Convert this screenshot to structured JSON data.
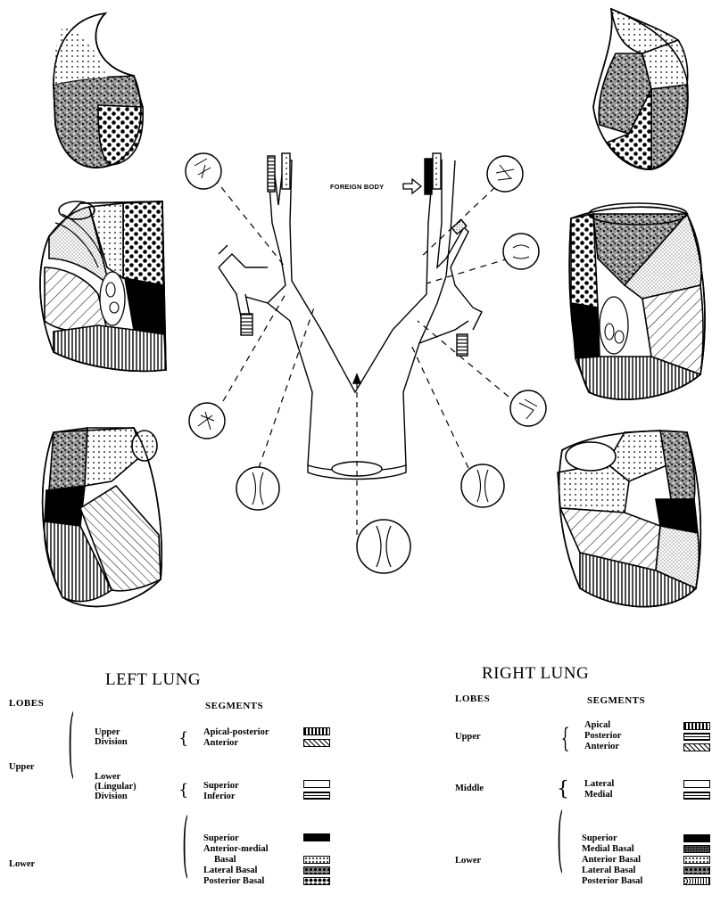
{
  "figure": {
    "foreign_body_label": "FOREIGN BODY",
    "colors": {
      "ink": "#000000",
      "paper": "#ffffff"
    }
  },
  "left_lung": {
    "title": "LEFT LUNG",
    "lobes_header": "LOBES",
    "segments_header": "SEGMENTS",
    "upper_lobe": "Upper",
    "upper_division": "Upper\nDivision",
    "lower_division": "Lower\n(Lingular)\nDivision",
    "lower_lobe": "Lower",
    "seg_apical_posterior": "Apical-posterior",
    "seg_anterior": "Anterior",
    "seg_superior": "Superior",
    "seg_inferior": "Inferior",
    "seg_lower_superior": "Superior",
    "seg_anterior_medial": "Anterior-medial",
    "seg_basal": "Basal",
    "seg_lateral_basal": "Lateral Basal",
    "seg_posterior_basal": "Posterior Basal"
  },
  "right_lung": {
    "title": "RIGHT LUNG",
    "lobes_header": "LOBES",
    "segments_header": "SEGMENTS",
    "upper_lobe": "Upper",
    "middle_lobe": "Middle",
    "lower_lobe": "Lower",
    "seg_apical": "Apical",
    "seg_posterior": "Posterior",
    "seg_anterior": "Anterior",
    "seg_lateral": "Lateral",
    "seg_medial": "Medial",
    "seg_superior": "Superior",
    "seg_medial_basal": "Medial Basal",
    "seg_anterior_basal": "Anterior Basal",
    "seg_lateral_basal": "Lateral Basal",
    "seg_posterior_basal": "Posterior Basal"
  }
}
